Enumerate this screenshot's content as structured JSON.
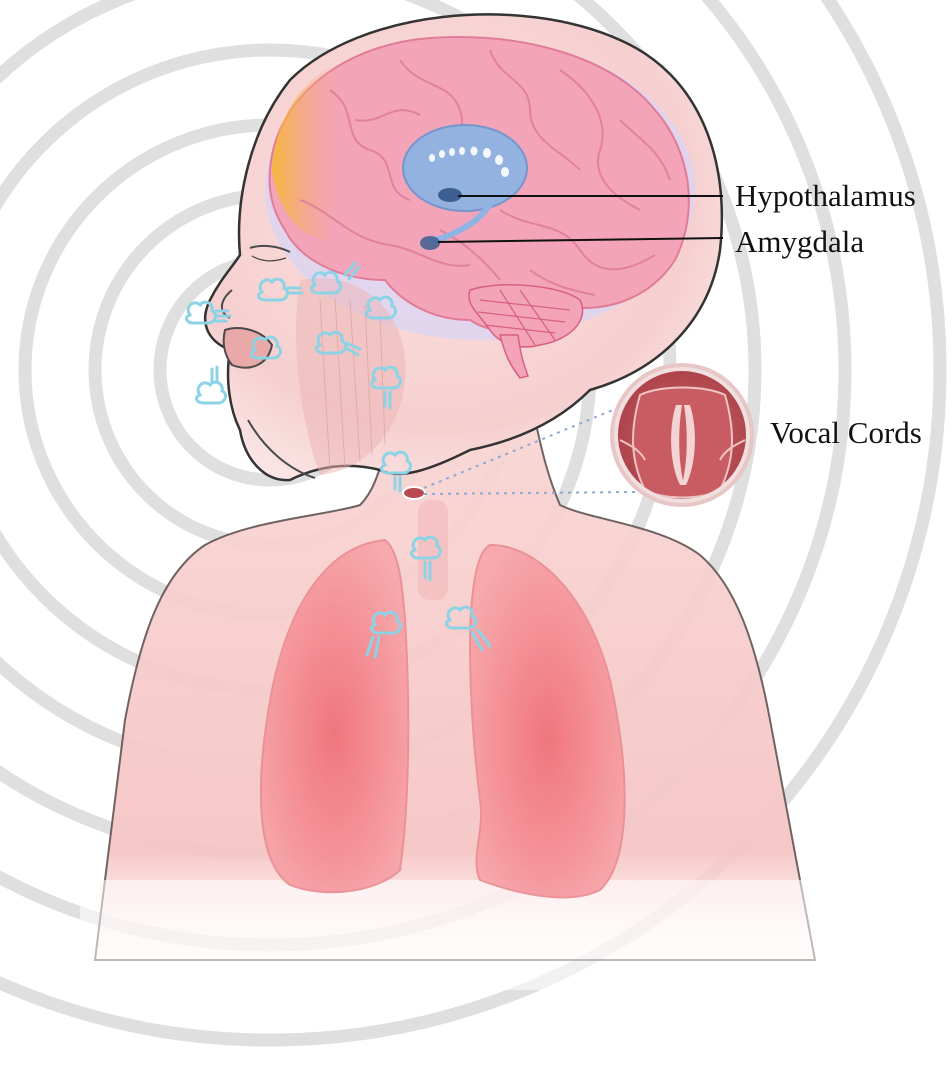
{
  "labels": {
    "hypothalamus": "Hypothalamus",
    "amygdala": "Amygdala",
    "vocal_cords": "Vocal Cords"
  },
  "colors": {
    "sound_rings": "#dcdcdc",
    "skin": "#f6cfcf",
    "skin_shadow": "#e9a9a9",
    "brain": "#f3a4b8",
    "brain_folds": "#e07c97",
    "brain_halo": "#d9d4f5",
    "frontal_highlight": "#f7c336",
    "limbic": "#8fb3e3",
    "limbic_dark": "#3c5f92",
    "lungs": "#ef7e85",
    "vocal_cords_fill": "#b94a4f",
    "breath": "#8cd3e6",
    "outline": "#4a4a4a"
  },
  "icons": {
    "breath": "breath-cloud-icon"
  }
}
